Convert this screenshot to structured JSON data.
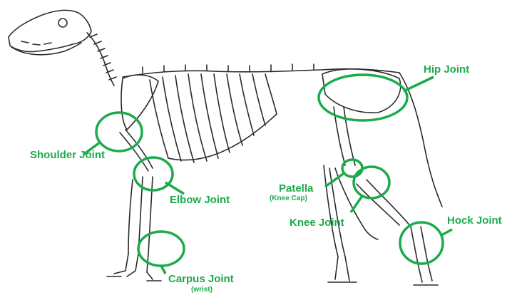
{
  "accent_color": "#1bab4b",
  "bone_color": "#2a2a2a",
  "labels": {
    "shoulder": "Shoulder Joint",
    "elbow": "Elbow Joint",
    "carpus": "Carpus Joint",
    "carpus_sub": "(wrist)",
    "patella": "Patella",
    "patella_sub": "(Knee Cap)",
    "knee": "Knee Joint",
    "hip": "Hip Joint",
    "hock": "Hock Joint"
  }
}
